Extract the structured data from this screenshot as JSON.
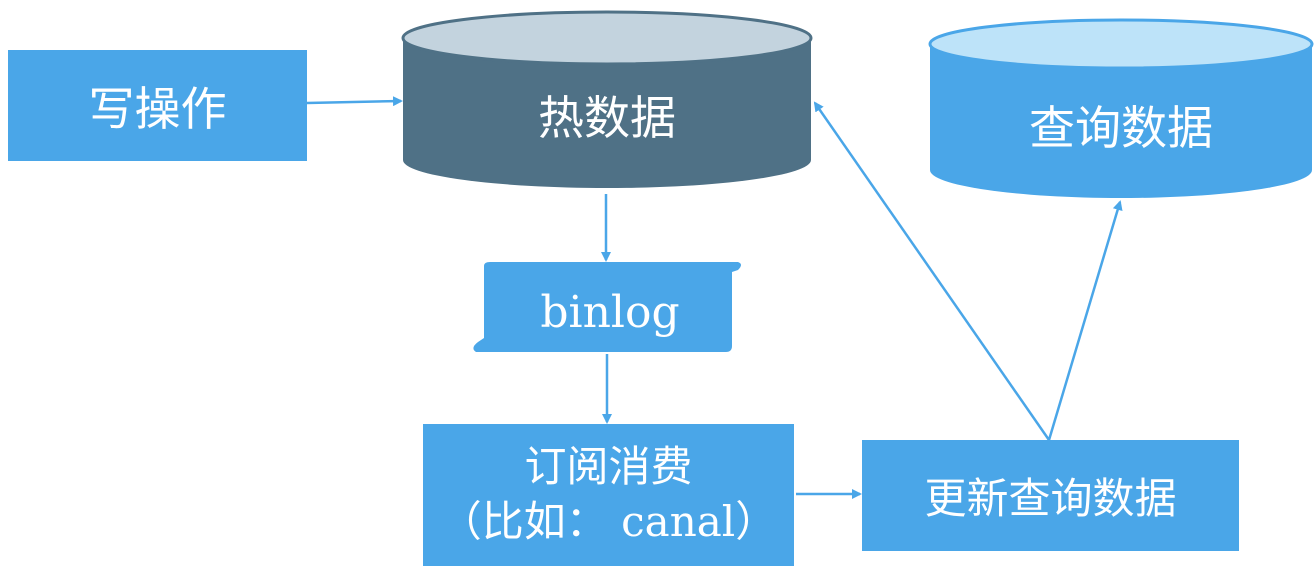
{
  "nodes": {
    "write_op": "写操作",
    "hot_data": "热数据",
    "query_data": "查询数据",
    "binlog": "binlog",
    "subscribe_line1": "订阅消费",
    "subscribe_line2": "（比如： canal）",
    "update_query": "更新查询数据"
  },
  "colors": {
    "box_blue": "#4aa6e8",
    "hot_db_body": "#4f7186",
    "hot_db_top": "#c3d3de",
    "query_db_top": "#bde3f9",
    "arrow": "#4aa6e8",
    "text": "#ffffff"
  }
}
